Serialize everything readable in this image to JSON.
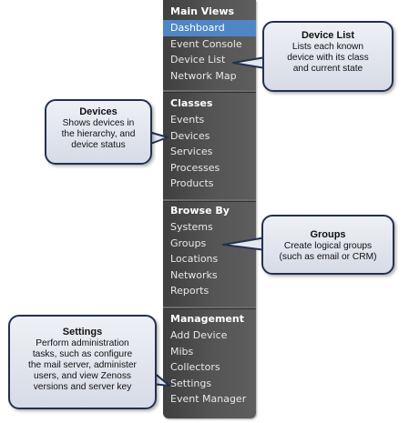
{
  "nav": {
    "sections": [
      {
        "title": "Main Views",
        "items": [
          "Dashboard",
          "Event Console",
          "Device List",
          "Network Map"
        ]
      },
      {
        "title": "Classes",
        "items": [
          "Events",
          "Devices",
          "Services",
          "Processes",
          "Products"
        ]
      },
      {
        "title": "Browse By",
        "items": [
          "Systems",
          "Groups",
          "Locations",
          "Networks",
          "Reports"
        ]
      },
      {
        "title": "Management",
        "items": [
          "Add Device",
          "Mibs",
          "Collectors",
          "Settings",
          "Event Manager"
        ]
      }
    ],
    "active_item": "Dashboard"
  },
  "callouts": {
    "device_list": {
      "title": "Device List",
      "body": [
        "Lists each known",
        "device with its class",
        "and current state"
      ]
    },
    "devices": {
      "title": "Devices",
      "body": [
        "Shows devices in",
        "the hierarchy, and",
        "device status"
      ]
    },
    "groups": {
      "title": "Groups",
      "body": [
        "Create logical groups",
        "(such as email or CRM)"
      ]
    },
    "settings": {
      "title": "Settings",
      "body": [
        "Perform administration",
        "tasks, such as configure",
        "the mail server, administer",
        "users, and view Zenoss",
        "versions and server key"
      ]
    }
  },
  "colors": {
    "sidebar_dark": "#3f3f3f",
    "sidebar_light": "#5e5e5e",
    "active_item": "#4f86c6",
    "callout_border": "#23314f",
    "callout_fill": "#e4e7ef"
  }
}
